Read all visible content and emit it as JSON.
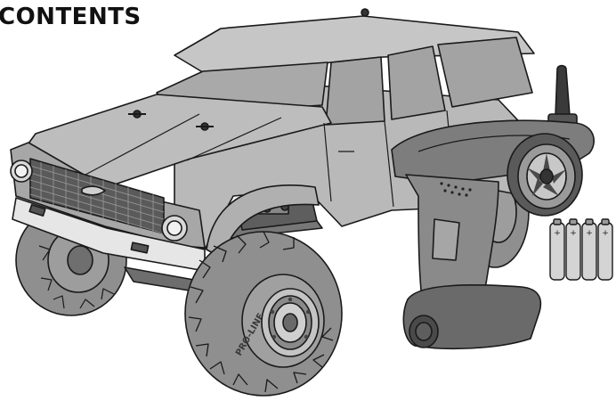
{
  "page": {
    "heading": "CONTENTS"
  },
  "illustration": {
    "truck_tire_brand": "PRO-LINE",
    "stroke_color": "#1a1a1a",
    "body_fill": "#b9b9b9",
    "panel_fill": "#a7a7a7",
    "tire_fill": "#8f8f8f",
    "grille_fill": "#5a5a5a",
    "transmitter_fill": "#7d7d7d",
    "battery_fill": "#d4d4d4",
    "battery_count": 4
  }
}
